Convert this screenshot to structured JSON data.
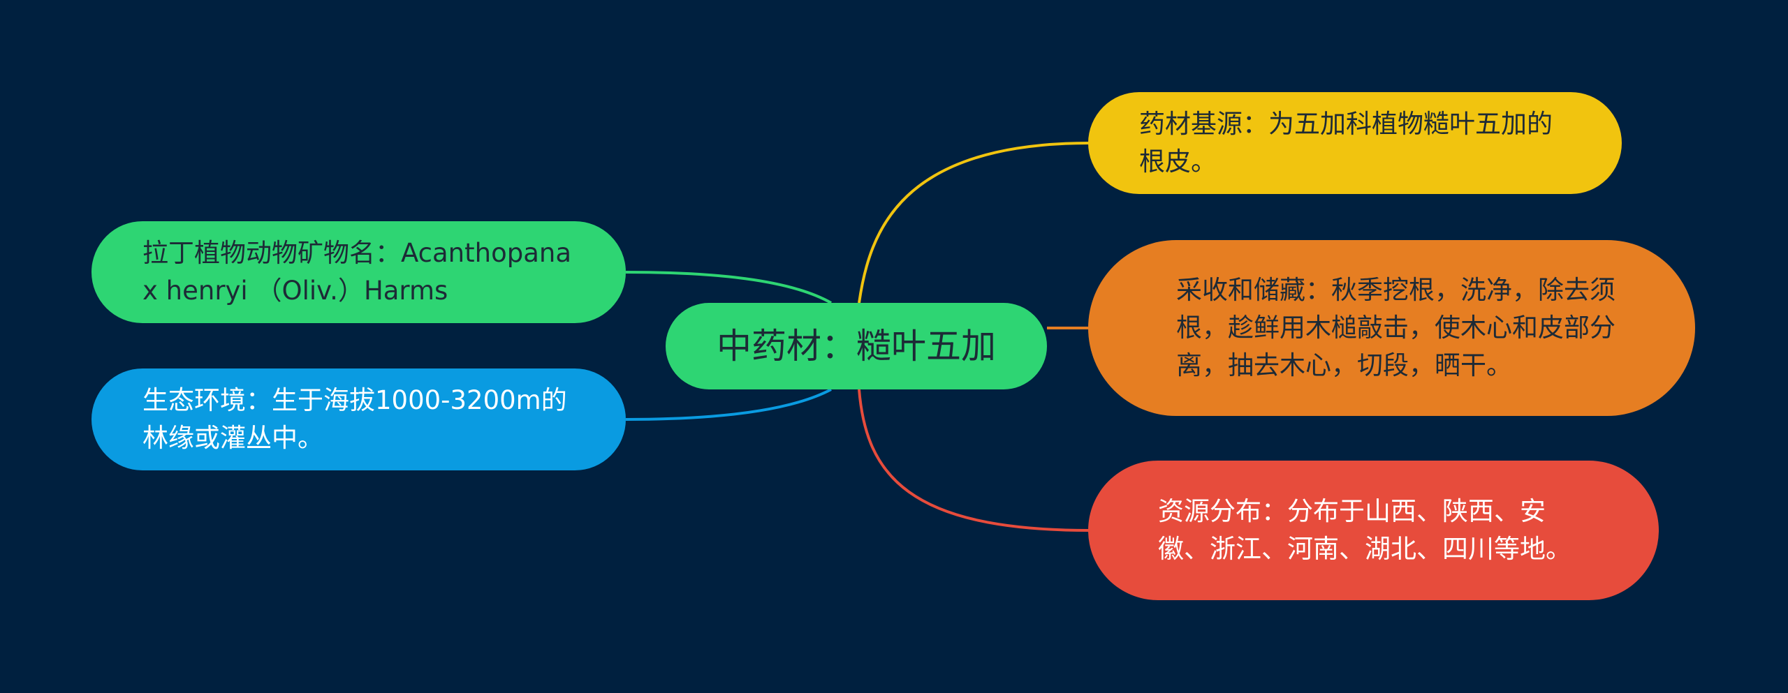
{
  "colors": {
    "background": "#00203f",
    "center": "#2ed573",
    "latin": "#2ed573",
    "habitat": "#0a9be1",
    "source": "#f1c40f",
    "harvest": "#e67e22",
    "distribution": "#e74c3c"
  },
  "center": {
    "label": "中药材：糙叶五加"
  },
  "nodes": {
    "latin_name": {
      "label": "拉丁植物动物矿物名：Acanthopanax henryi （Oliv.）Harms"
    },
    "habitat": {
      "label": "生态环境：生于海拔1000-3200m的林缘或灌丛中。"
    },
    "source": {
      "label": "药材基源：为五加科植物糙叶五加的根皮。"
    },
    "harvest": {
      "label": "采收和储藏：秋季挖根，洗净，除去须根，趁鲜用木槌敲击，使木心和皮部分离，抽去木心，切段，晒干。"
    },
    "distribution": {
      "label": "资源分布：分布于山西、陕西、安徽、浙江、河南、湖北、四川等地。"
    }
  }
}
